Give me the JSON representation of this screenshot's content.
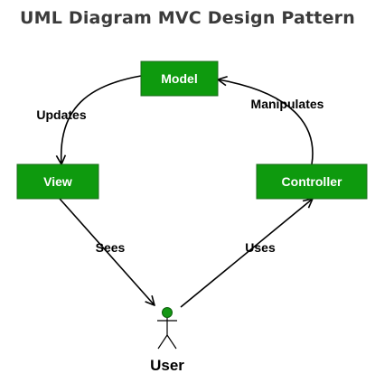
{
  "title": "UML Diagram MVC Design Pattern",
  "colors": {
    "node_fill": "#0e9a0e",
    "actor_head": "#139713",
    "edge": "#000000"
  },
  "nodes": {
    "model": {
      "label": "Model"
    },
    "view": {
      "label": "View"
    },
    "controller": {
      "label": "Controller"
    }
  },
  "actor": {
    "label": "User",
    "icon": "stick-figure-icon"
  },
  "edges": {
    "updates": {
      "label": "Updates",
      "from": "Model",
      "to": "View"
    },
    "sees": {
      "label": "Sees",
      "from": "View",
      "to": "User"
    },
    "uses": {
      "label": "Uses",
      "from": "User",
      "to": "Controller"
    },
    "manipulates": {
      "label": "Manipulates",
      "from": "Controller",
      "to": "Model"
    }
  }
}
